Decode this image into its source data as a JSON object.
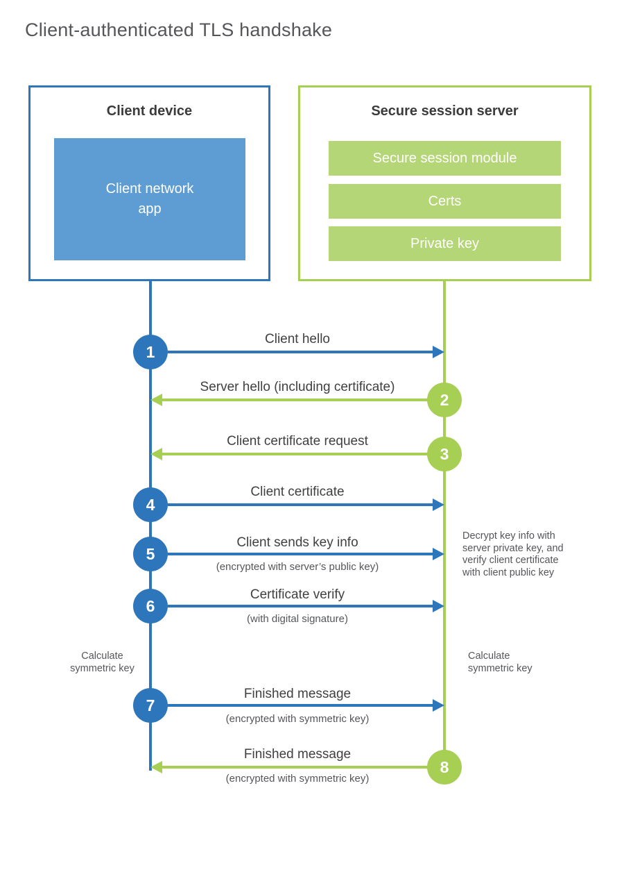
{
  "page": {
    "title": "Client-authenticated TLS handshake"
  },
  "client": {
    "title": "Client device",
    "app_lines": [
      "Client network",
      "app"
    ]
  },
  "server": {
    "title": "Secure session server",
    "modules": [
      "Secure session module",
      "Certs",
      "Private key"
    ]
  },
  "steps": [
    {
      "number": "1",
      "label": "Client hello",
      "sublabel": "",
      "direction": "client-to-server"
    },
    {
      "number": "2",
      "label": "Server hello (including certificate)",
      "sublabel": "",
      "direction": "server-to-client"
    },
    {
      "number": "3",
      "label": "Client certificate request",
      "sublabel": "",
      "direction": "server-to-client"
    },
    {
      "number": "4",
      "label": "Client certificate",
      "sublabel": "",
      "direction": "client-to-server"
    },
    {
      "number": "5",
      "label": "Client sends key info",
      "sublabel": "(encrypted with server’s public key)",
      "direction": "client-to-server"
    },
    {
      "number": "6",
      "label": "Certificate verify",
      "sublabel": "(with digital signature)",
      "direction": "client-to-server"
    },
    {
      "number": "7",
      "label": "Finished message",
      "sublabel": "(encrypted with symmetric key)",
      "direction": "client-to-server"
    },
    {
      "number": "8",
      "label": "Finished message",
      "sublabel": "(encrypted with symmetric key)",
      "direction": "server-to-client"
    }
  ],
  "notes": {
    "decrypt": "Decrypt key info with server private key, and verify client certificate with client public key",
    "calculate_left": "Calculate symmetric key",
    "calculate_right": "Calculate symmetric key"
  },
  "colors": {
    "blue_accent": "#2e76bc",
    "blue_fill": "#5e9cd4",
    "green_accent": "#a6cf54",
    "green_fill": "#b5d676"
  }
}
